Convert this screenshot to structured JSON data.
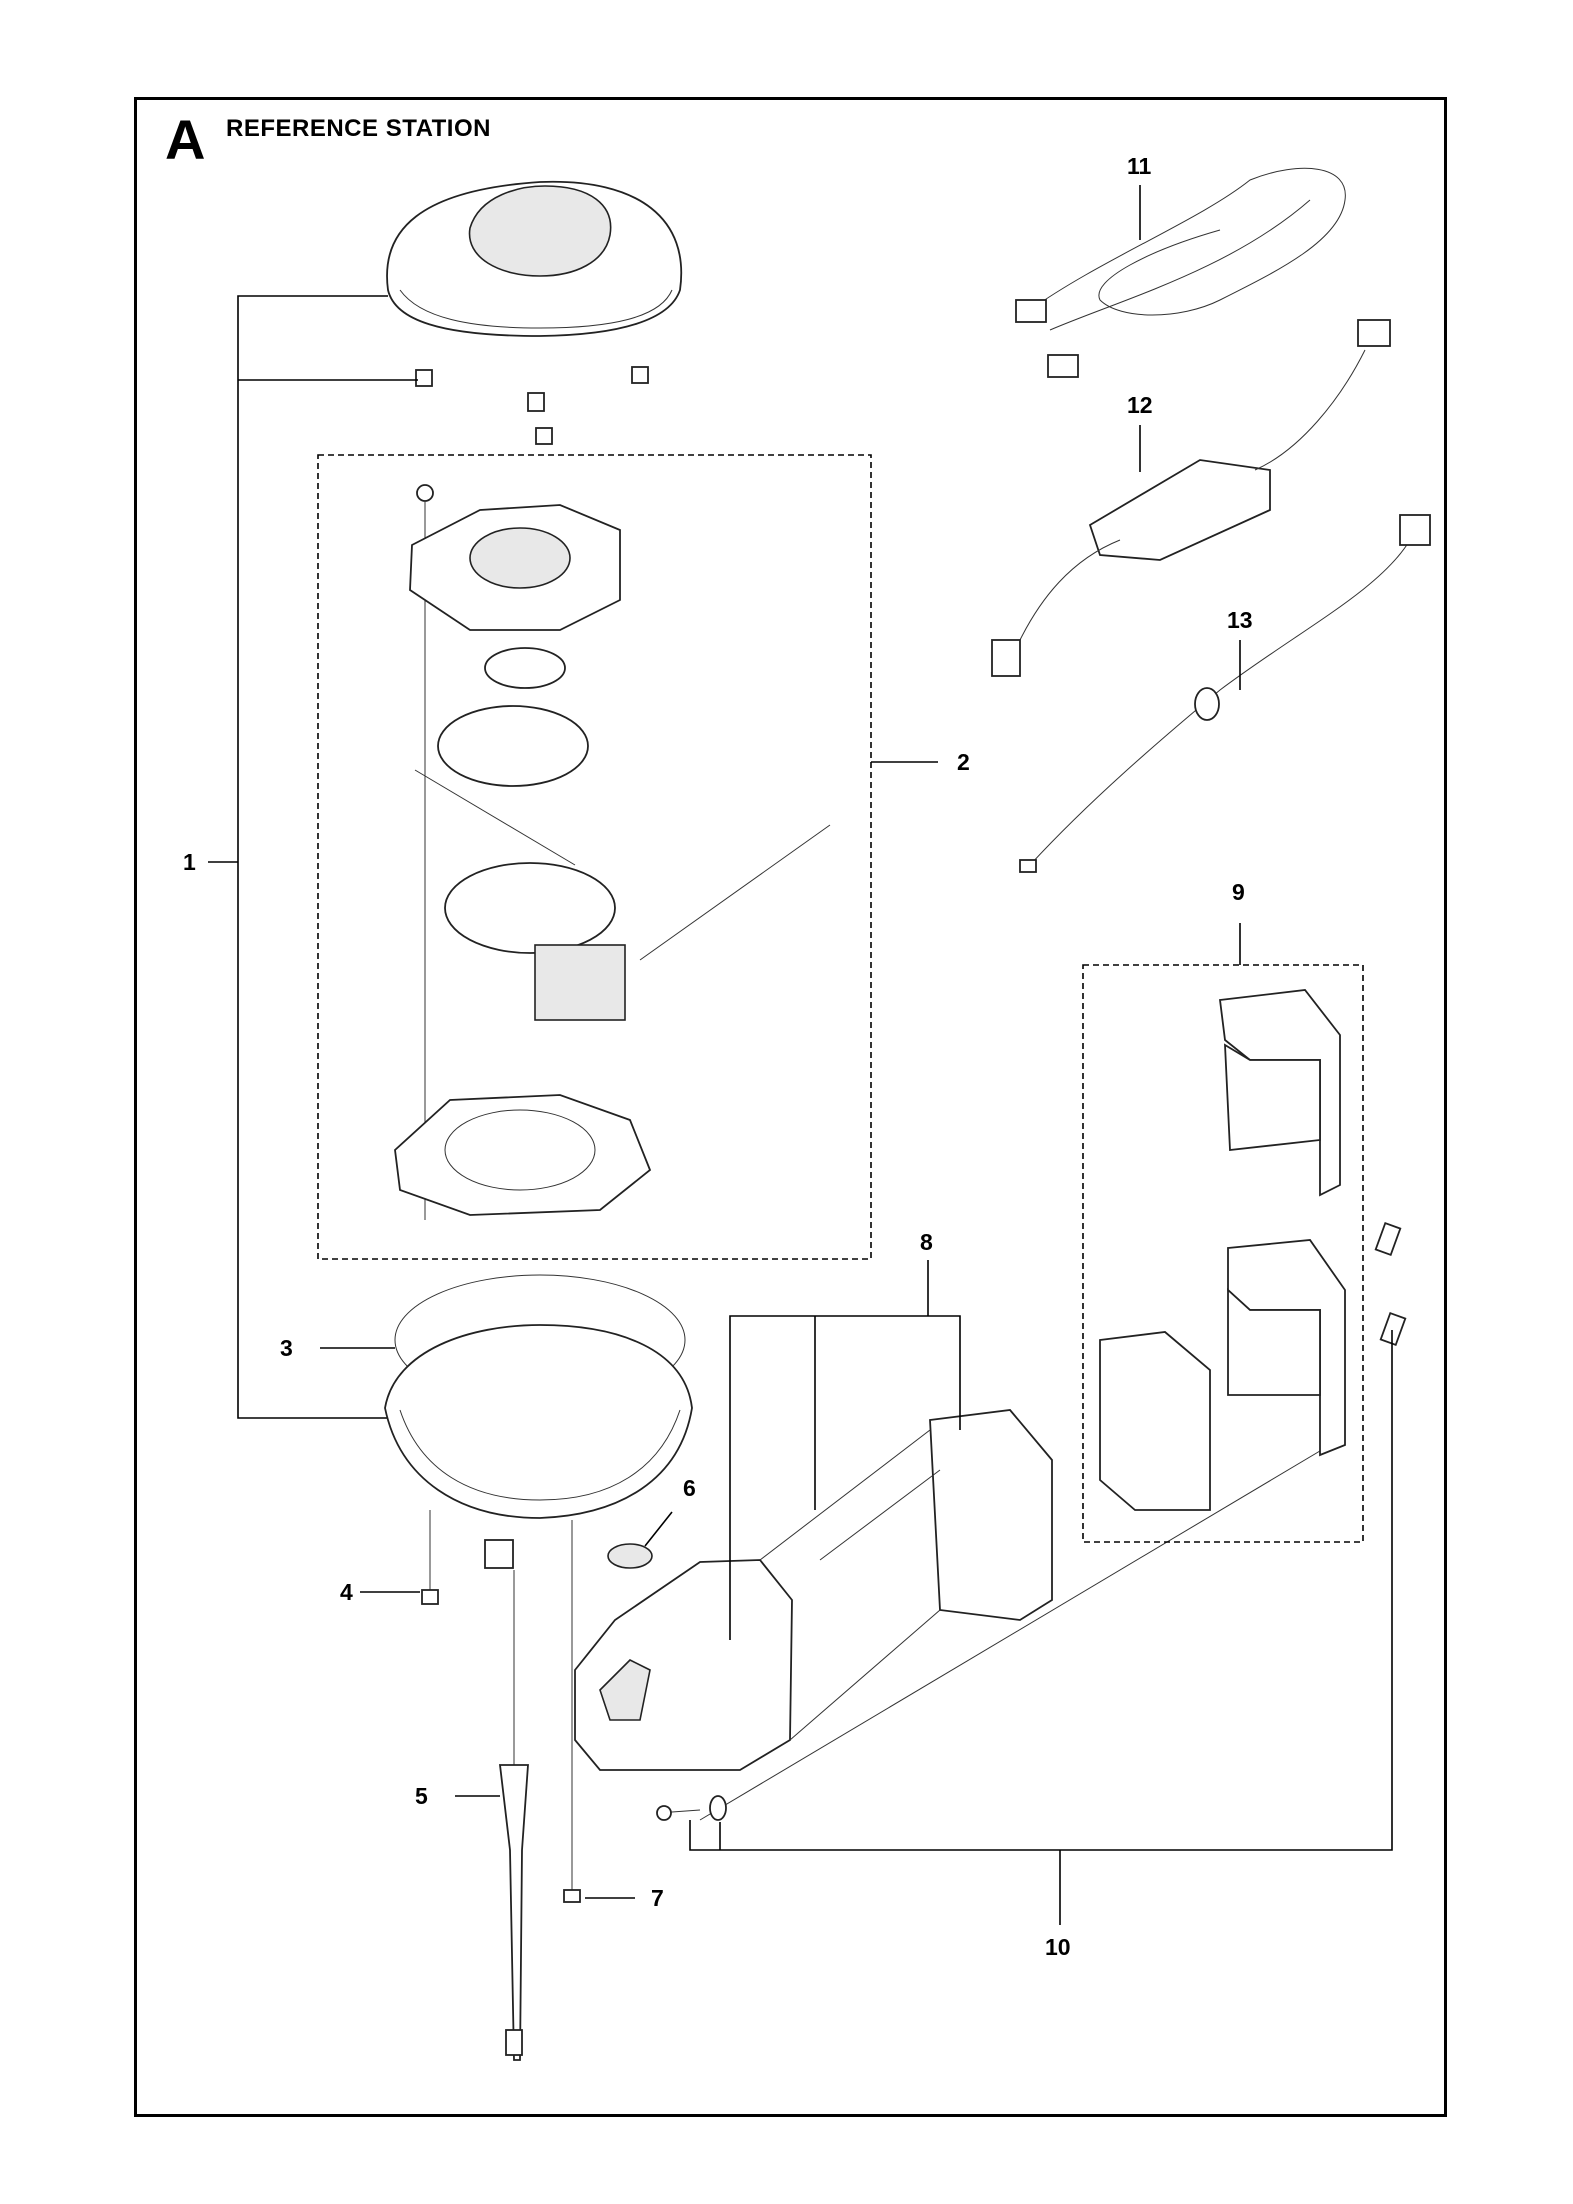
{
  "section": {
    "letter": "A",
    "title": "REFERENCE STATION"
  },
  "callouts": {
    "c1": "1",
    "c2": "2",
    "c3": "3",
    "c4": "4",
    "c5": "5",
    "c6": "6",
    "c7": "7",
    "c8": "8",
    "c9": "9",
    "c10": "10",
    "c11": "11",
    "c12": "12",
    "c13": "13"
  }
}
